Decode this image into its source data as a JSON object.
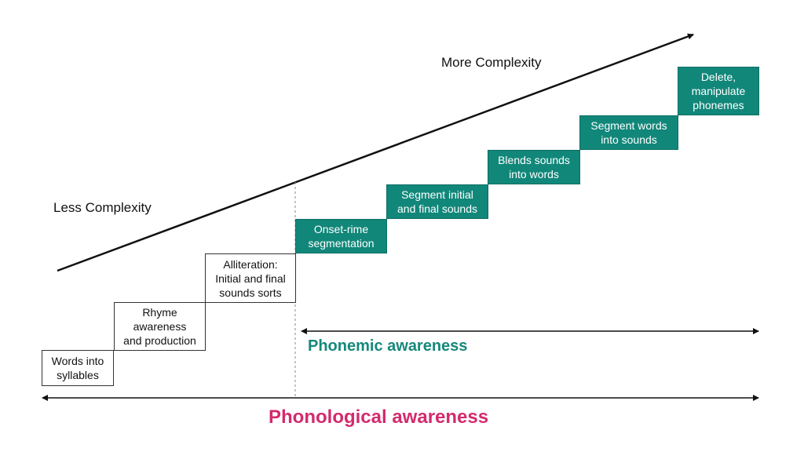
{
  "labels": {
    "more_complexity": "More Complexity",
    "less_complexity": "Less Complexity",
    "phonemic_awareness": "Phonemic awareness",
    "phonological_awareness": "Phonological awareness"
  },
  "steps": [
    {
      "text": "Words into\nsyllables",
      "style": "white"
    },
    {
      "text": "Rhyme\nawareness\nand production",
      "style": "white"
    },
    {
      "text": "Alliteration:\nInitial and final\nsounds sorts",
      "style": "white"
    },
    {
      "text": "Onset-rime\nsegmentation",
      "style": "teal"
    },
    {
      "text": "Segment initial\nand final sounds",
      "style": "teal"
    },
    {
      "text": "Blends sounds\ninto words",
      "style": "teal"
    },
    {
      "text": "Segment words\ninto sounds",
      "style": "teal"
    },
    {
      "text": "Delete,\nmanipulate\nphonemes",
      "style": "teal"
    }
  ],
  "colors": {
    "teal": "#11877a",
    "pink": "#d32a6e"
  }
}
